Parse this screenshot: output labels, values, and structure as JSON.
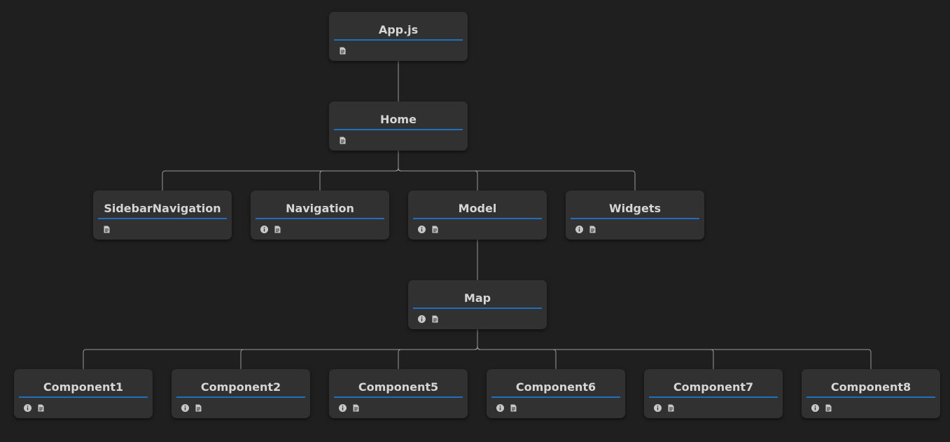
{
  "diagram": {
    "colors": {
      "background": "#1f1f1f",
      "node": "#313131",
      "title_text": "#d6d6d6",
      "title_underline": "#1f6fbf",
      "connector": "#9a9a9a",
      "icon": "#c8c8c8"
    },
    "nodes": [
      {
        "id": "app",
        "label": "App.js",
        "icons": [
          "file-icon"
        ]
      },
      {
        "id": "home",
        "label": "Home",
        "icons": [
          "file-icon"
        ]
      },
      {
        "id": "sidebar",
        "label": "SidebarNavigation",
        "icons": [
          "file-icon"
        ]
      },
      {
        "id": "navigation",
        "label": "Navigation",
        "icons": [
          "info-icon",
          "file-icon"
        ]
      },
      {
        "id": "model",
        "label": "Model",
        "icons": [
          "info-icon",
          "file-icon"
        ]
      },
      {
        "id": "widgets",
        "label": "Widgets",
        "icons": [
          "info-icon",
          "file-icon"
        ]
      },
      {
        "id": "map",
        "label": "Map",
        "icons": [
          "info-icon",
          "file-icon"
        ]
      },
      {
        "id": "component1",
        "label": "Component1",
        "icons": [
          "info-icon",
          "file-icon"
        ]
      },
      {
        "id": "component2",
        "label": "Component2",
        "icons": [
          "info-icon",
          "file-icon"
        ]
      },
      {
        "id": "component5",
        "label": "Component5",
        "icons": [
          "info-icon",
          "file-icon"
        ]
      },
      {
        "id": "component6",
        "label": "Component6",
        "icons": [
          "info-icon",
          "file-icon"
        ]
      },
      {
        "id": "component7",
        "label": "Component7",
        "icons": [
          "info-icon",
          "file-icon"
        ]
      },
      {
        "id": "component8",
        "label": "Component8",
        "icons": [
          "info-icon",
          "file-icon"
        ]
      }
    ],
    "edges": [
      [
        "app",
        "home"
      ],
      [
        "home",
        "sidebar"
      ],
      [
        "home",
        "navigation"
      ],
      [
        "home",
        "model"
      ],
      [
        "home",
        "widgets"
      ],
      [
        "model",
        "map"
      ],
      [
        "map",
        "component1"
      ],
      [
        "map",
        "component2"
      ],
      [
        "map",
        "component5"
      ],
      [
        "map",
        "component6"
      ],
      [
        "map",
        "component7"
      ],
      [
        "map",
        "component8"
      ]
    ]
  }
}
